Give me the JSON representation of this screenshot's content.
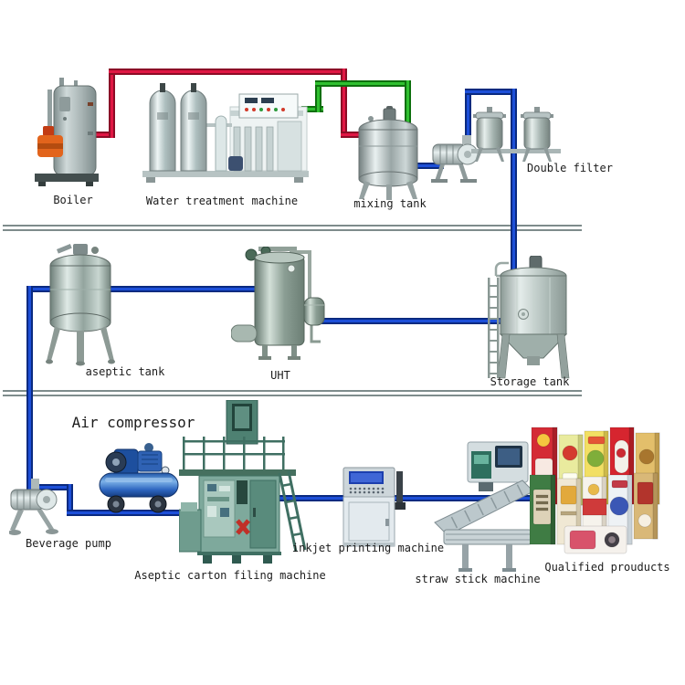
{
  "diagram": {
    "equipment": [
      {
        "id": "boiler",
        "label": "Boiler"
      },
      {
        "id": "water-treatment-machine",
        "label": "Water treatment machine"
      },
      {
        "id": "mixing-tank",
        "label": "mixing tank"
      },
      {
        "id": "double-filter",
        "label": "Double filter"
      },
      {
        "id": "aseptic-tank",
        "label": "aseptic tank"
      },
      {
        "id": "uht",
        "label": "UHT"
      },
      {
        "id": "storage-tank",
        "label": "Storage tank"
      },
      {
        "id": "beverage-pump",
        "label": "Beverage pump"
      },
      {
        "id": "air-compressor",
        "label": "Air compressor"
      },
      {
        "id": "aseptic-carton-filling-machine",
        "label": "Aseptic carton filing machine"
      },
      {
        "id": "inkjet-printing-machine",
        "label": "inkjet printing machine"
      },
      {
        "id": "straw-stick-machine",
        "label": "straw stick machine"
      },
      {
        "id": "qualified-products",
        "label": "Qualified prouducts"
      }
    ],
    "pipe_colors": {
      "steam_line_red": "#e01744",
      "water_line_green": "#30c030",
      "product_line_blue": "#1d4fd8"
    },
    "divider_color": "#7e8c8c"
  }
}
